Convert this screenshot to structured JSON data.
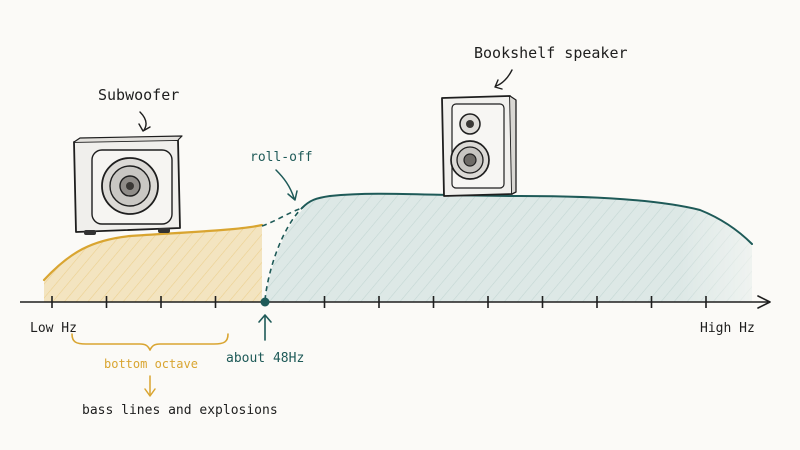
{
  "labels": {
    "subwoofer": "Subwoofer",
    "bookshelf": "Bookshelf speaker",
    "rolloff": "roll-off",
    "low": "Low Hz",
    "high": "High Hz",
    "crossover": "about 48Hz",
    "octave": "bottom octave",
    "effects": "bass lines and explosions"
  },
  "colors": {
    "ink": "#1e1e1e",
    "sub_fill": "#f3e4c0",
    "sub_line": "#d9a531",
    "main_fill": "#dde8e6",
    "main_line": "#1e5a58"
  },
  "icons": {
    "subwoofer": "subwoofer-icon",
    "bookshelf": "bookshelf-speaker-icon"
  }
}
